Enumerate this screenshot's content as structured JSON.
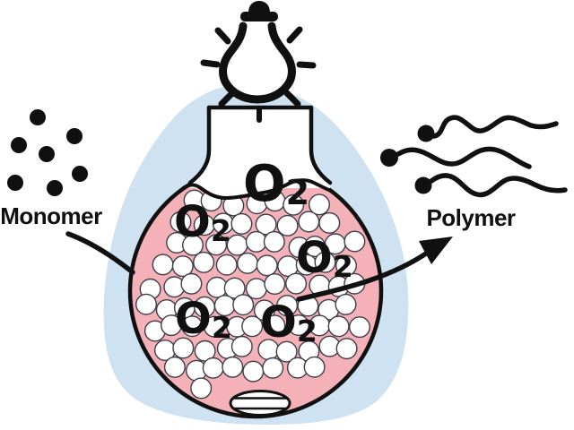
{
  "diagram": {
    "monomer_label": "Monomer",
    "polymer_label": "Polymer",
    "o2_labels": [
      {
        "symbol": "O",
        "subscript": "2"
      },
      {
        "symbol": "O",
        "subscript": "2"
      },
      {
        "symbol": "O",
        "subscript": "2"
      },
      {
        "symbol": "O",
        "subscript": "2"
      },
      {
        "symbol": "O",
        "subscript": "2"
      }
    ],
    "monomer_dot_count": 7,
    "polymer_chain_count": 3
  },
  "colors": {
    "background": "#ffffff",
    "halo_blue": "#cfe2f1",
    "liquid_pink": "#f4b1b8",
    "ink": "#101010",
    "bubble_fill": "#ffffff",
    "bubble_stroke": "#3d3d49"
  }
}
